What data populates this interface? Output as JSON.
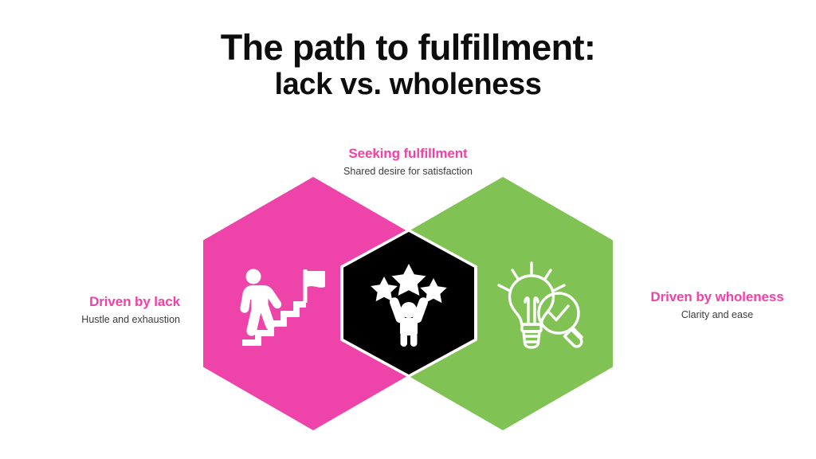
{
  "title": {
    "line1": "The path to fulfillment:",
    "line2": "lack vs. wholeness"
  },
  "colors": {
    "pink": "#ee44aa",
    "green": "#80c254",
    "black": "#000000",
    "white": "#ffffff",
    "heading_text": "#111111",
    "sub_text": "#3b3b3b",
    "accent_label": "#f43fa5"
  },
  "diagram": {
    "type": "venn-hexagons",
    "segments": [
      {
        "id": "left",
        "fill": "#ee44aa",
        "icon": "person-climbing-stairs-to-flag-icon",
        "headline": "Driven by lack",
        "subline": "Hustle and exhaustion"
      },
      {
        "id": "overlap",
        "fill": "#000000",
        "icon": "person-celebrating-with-stars-icon",
        "headline": "Seeking fulfillment",
        "subline": "Shared desire for satisfaction"
      },
      {
        "id": "right",
        "fill": "#80c254",
        "icon": "lightbulb-with-magnifier-check-icon",
        "headline": "Driven by wholeness",
        "subline": "Clarity and ease"
      }
    ]
  }
}
